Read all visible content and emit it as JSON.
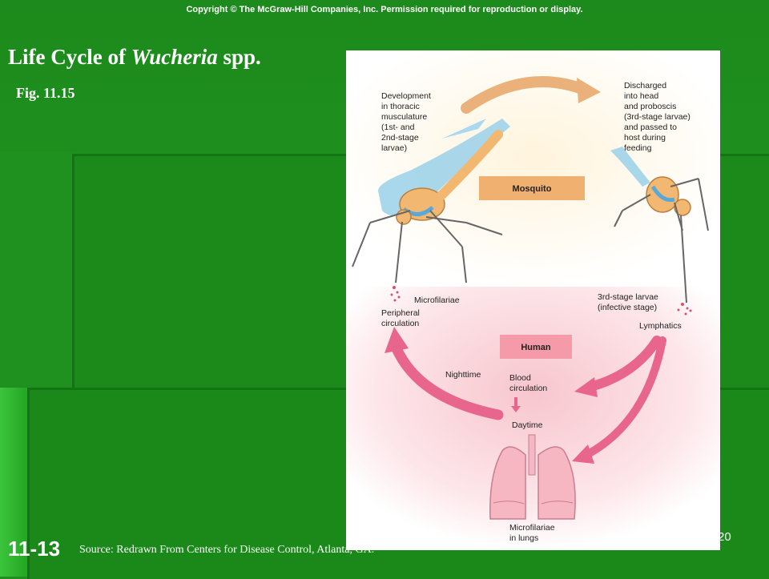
{
  "header": {
    "copyright": "Copyright © The McGraw-Hill Companies, Inc. Permission required for reproduction or display."
  },
  "title": {
    "prefix": "Life Cycle of ",
    "genus": "Wucheria",
    "suffix": " spp."
  },
  "fig_label": "Fig. 11.15",
  "footer": {
    "slide_number": "11-13",
    "source": "Source: Redrawn From Centers for Disease Control, Atlanta, GA.",
    "page_number": "20"
  },
  "diagram": {
    "mosquito_box": "Mosquito",
    "human_box": "Human",
    "labels": {
      "development": [
        "Development",
        "in thoracic",
        "musculature",
        "(1st- and",
        "2nd-stage",
        "larvae)"
      ],
      "discharged": [
        "Discharged",
        "into head",
        "and proboscis",
        "(3rd-stage larvae)",
        "and passed to",
        "host during",
        "feeding"
      ],
      "microfilariae": "Microfilariae",
      "peripheral": [
        "Peripheral",
        "circulation"
      ],
      "third_stage": [
        "3rd-stage larvae",
        "(infective stage)"
      ],
      "lymphatics": "Lymphatics",
      "nighttime": "Nighttime",
      "blood": [
        "Blood",
        "circulation"
      ],
      "daytime": "Daytime",
      "lungs": [
        "Microfilariae",
        "in lungs"
      ]
    }
  },
  "colors": {
    "slide_bg": "#1f8f1f",
    "mosquito_box": "#f0b070",
    "human_box": "#f59aa8",
    "arrow_orange": "#e9a25a",
    "arrow_pink": "#e8608a"
  }
}
